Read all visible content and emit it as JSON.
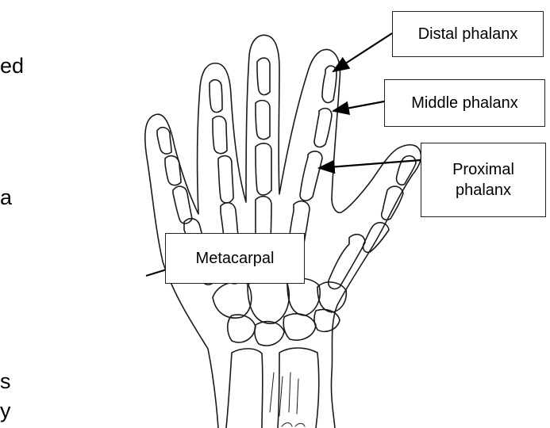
{
  "left_text_fragments": [
    "ed",
    "a",
    "s",
    "y"
  ],
  "labels": {
    "distal": "Distal phalanx",
    "middle": "Middle phalanx",
    "proximal_line1": "Proximal",
    "proximal_line2": "phalanx",
    "metacarpal": "Metacarpal"
  },
  "colors": {
    "line": "#1a1a1a",
    "background": "#ffffff"
  }
}
